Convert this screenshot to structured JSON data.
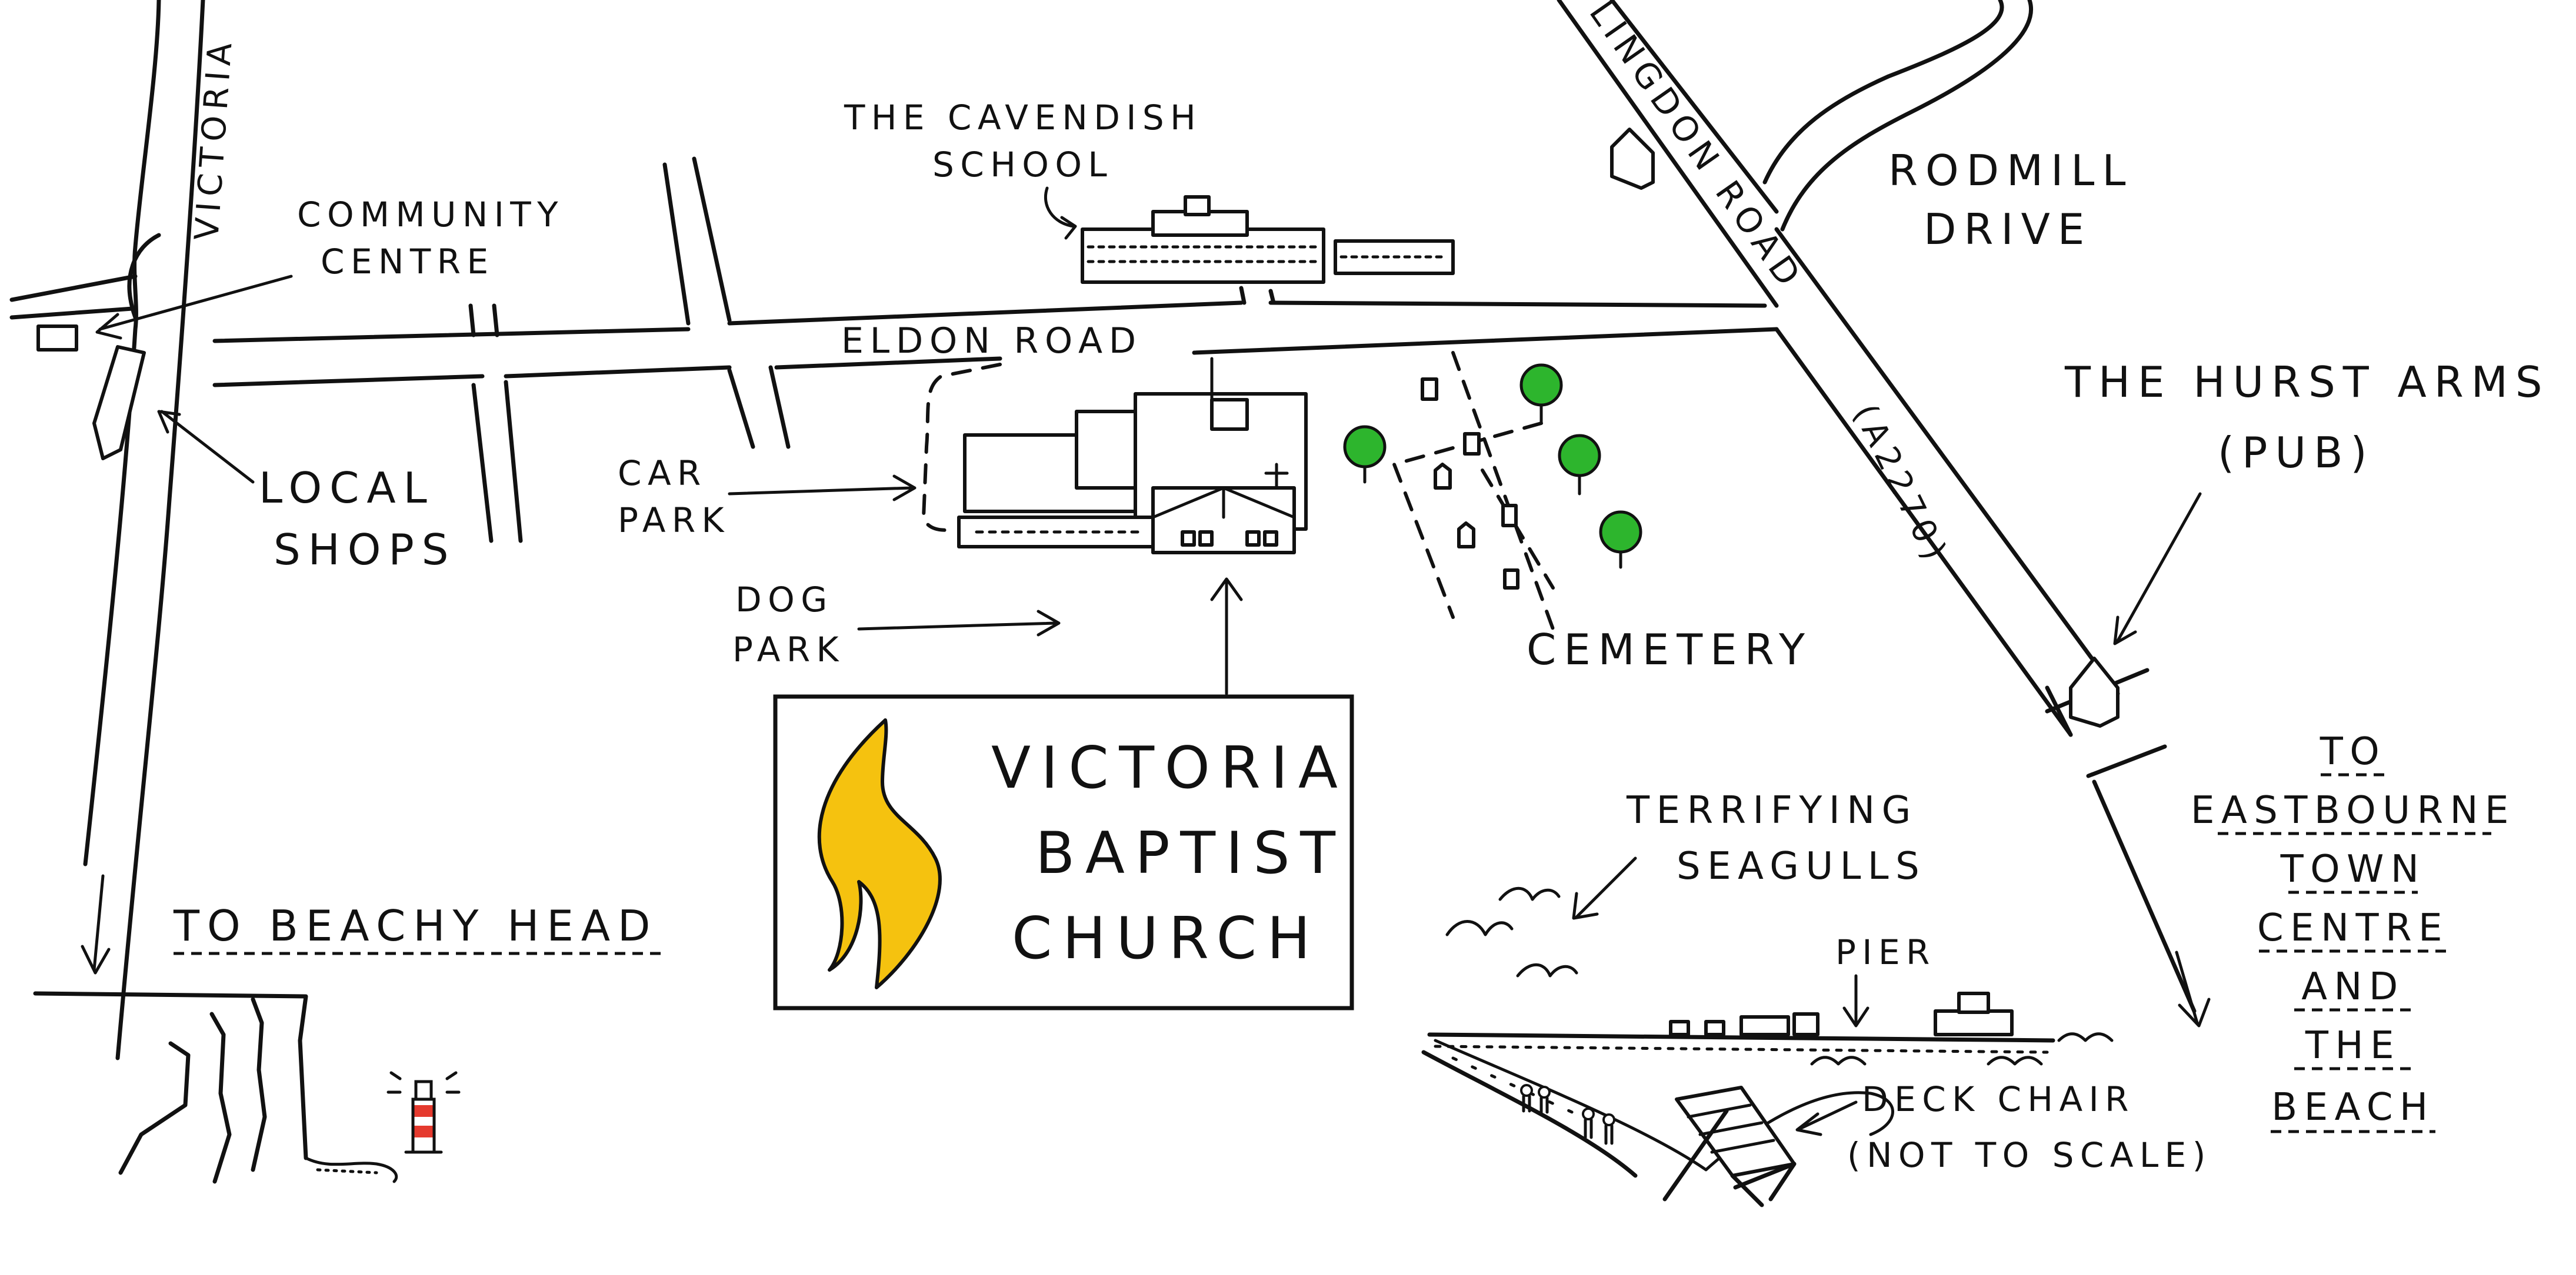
{
  "map": {
    "roads": {
      "victoria": "VICTORIA",
      "eldon_road": "ELDON ROAD",
      "willingdon_road": "LINGDON ROAD",
      "a2270": "(A2270)",
      "rodmill_line1": "RODMILL",
      "rodmill_line2": "DRIVE"
    },
    "places": {
      "school_line1": "THE CAVENDISH",
      "school_line2": "SCHOOL",
      "community_line1": "COMMUNITY",
      "community_line2": "CENTRE",
      "shops_line1": "LOCAL",
      "shops_line2": "SHOPS",
      "carpark_line1": "CAR",
      "carpark_line2": "PARK",
      "dogpark_line1": "DOG",
      "dogpark_line2": "PARK",
      "cemetery": "CEMETERY",
      "pub_line1": "THE HURST ARMS",
      "pub_line2": "(PUB)",
      "seagulls_line1": "TERRIFYING",
      "seagulls_line2": "SEAGULLS",
      "pier": "PIER",
      "deckchair_line1": "DECK CHAIR",
      "deckchair_line2": "(NOT TO SCALE)"
    },
    "directions": {
      "beachy_head": "TO BEACHY HEAD",
      "eastbourne": [
        "TO",
        "EASTBOURNE",
        "TOWN",
        "CENTRE",
        "AND",
        "THE",
        "BEACH"
      ]
    },
    "church": {
      "line1": "VICTORIA",
      "line2": "BAPTIST",
      "line3": "CHURCH",
      "flame_color": "#f5c20f"
    },
    "tree_color": "#2db52d",
    "lighthouse_color": "#e53a2e"
  }
}
